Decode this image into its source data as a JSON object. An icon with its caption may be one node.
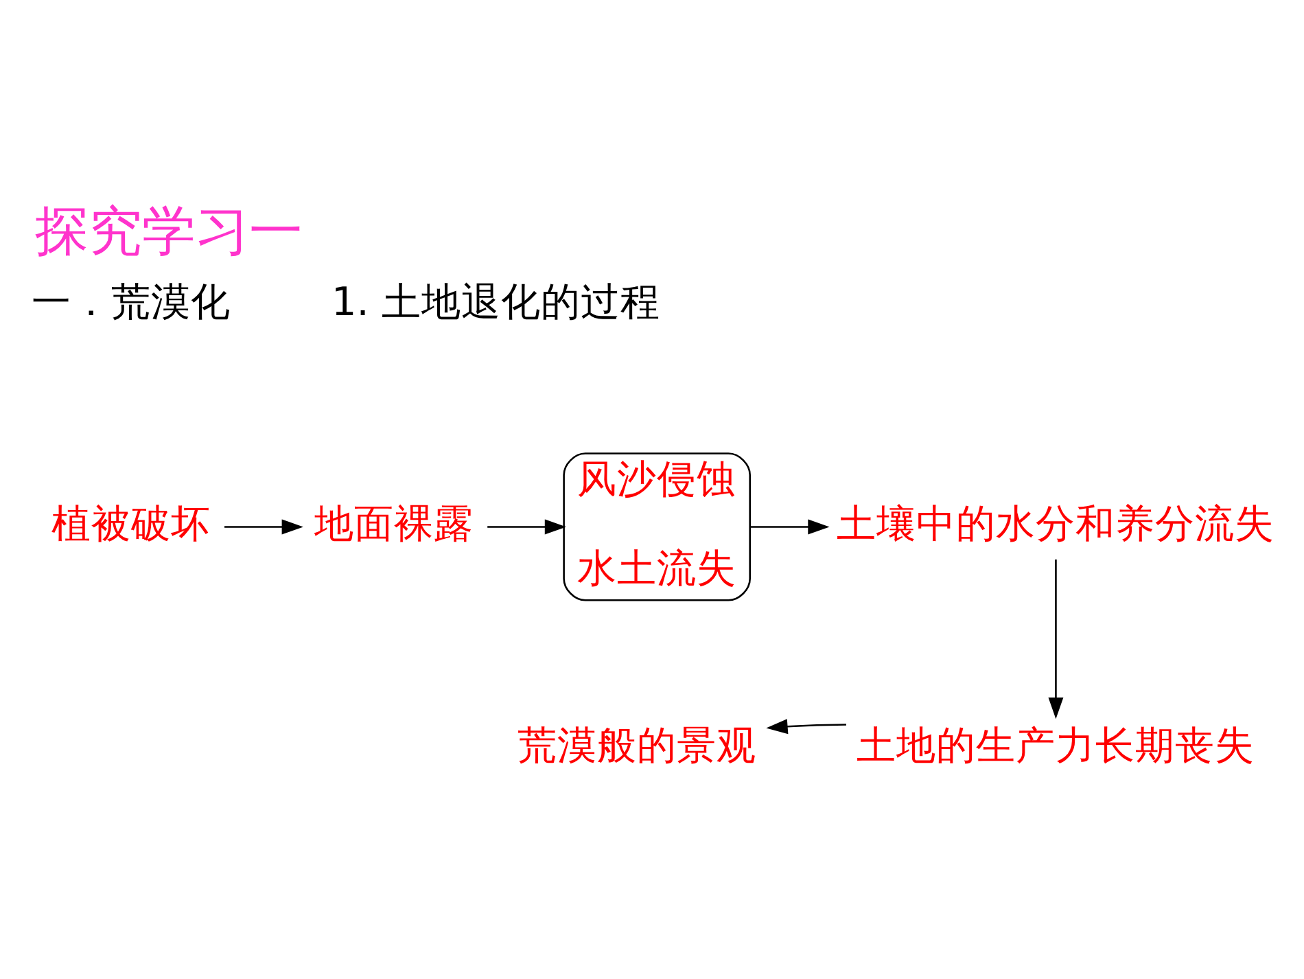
{
  "diagram": {
    "title": "探究学习一",
    "nodes": [
      {
        "text": [
          "植被破坏"
        ]
      },
      {
        "text": [
          "地面裸露"
        ]
      },
      {
        "text": [
          "风沙侵蚀",
          "水土流失"
        ]
      },
      {
        "text": [
          "土壤中的水分和养分流失"
        ]
      },
      {
        "text": [
          "土地的生产力长期丧失"
        ]
      },
      {
        "text": [
          "荒漠般的景观"
        ]
      }
    ],
    "edges": [
      {
        "from": 0,
        "to": 1,
        "arrow": "to"
      },
      {
        "from": 1,
        "to": 2,
        "arrow": "to"
      },
      {
        "from": 2,
        "to": 3,
        "arrow": "to"
      },
      {
        "from": 3,
        "to": 4,
        "arrow": "to"
      },
      {
        "from": 4,
        "to": 5,
        "arrow": "to"
      }
    ],
    "labels": [
      "一．荒漠化",
      "1. 土地退化的过程"
    ]
  }
}
